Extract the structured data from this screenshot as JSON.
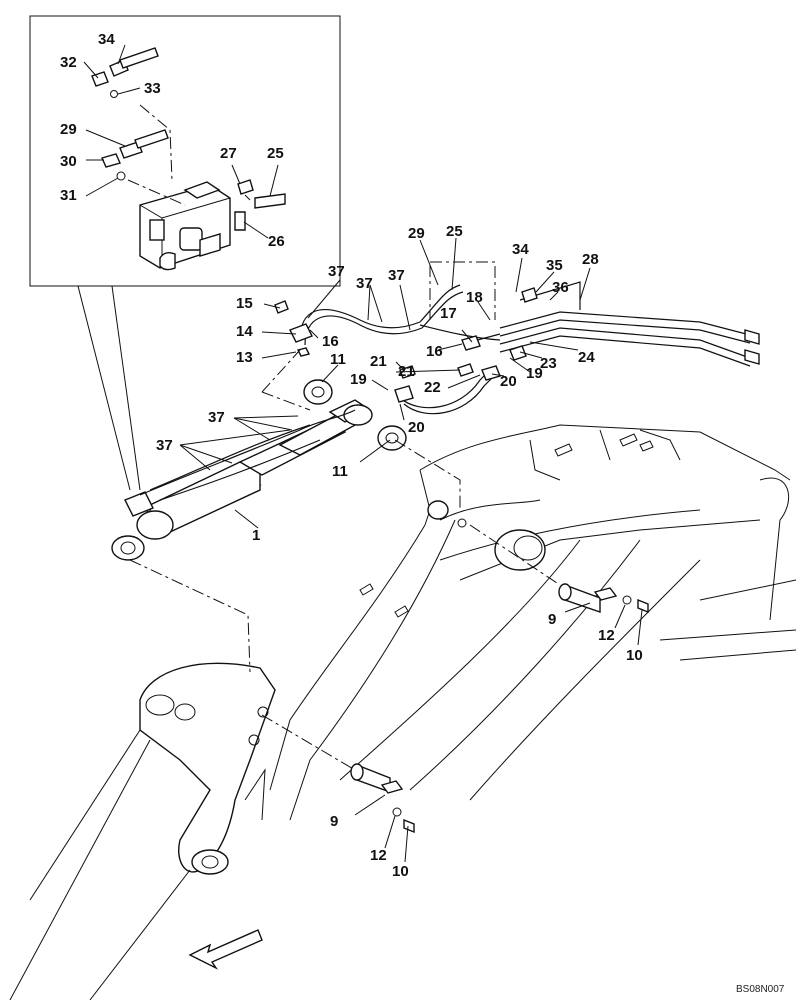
{
  "drawing_code": "BS08N007",
  "callouts": [
    "34",
    "32",
    "33",
    "29",
    "30",
    "31",
    "27",
    "25",
    "26",
    "29",
    "25",
    "34",
    "35",
    "28",
    "37",
    "37",
    "37",
    "15",
    "18",
    "36",
    "14",
    "16",
    "17",
    "16",
    "13",
    "11",
    "21",
    "23",
    "24",
    "21",
    "19",
    "20",
    "19",
    "22",
    "20",
    "37",
    "11",
    "37",
    "1",
    "9",
    "12",
    "10",
    "9",
    "12",
    "10"
  ]
}
